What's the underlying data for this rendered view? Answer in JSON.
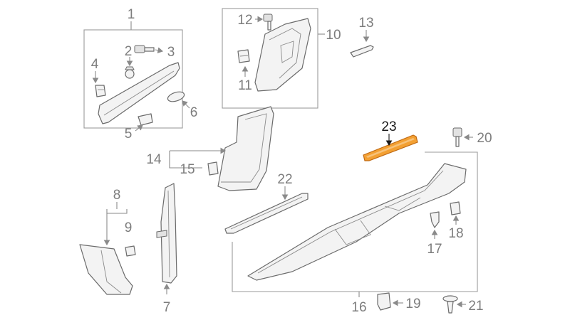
{
  "diagram": {
    "callouts": [
      {
        "id": "c1",
        "text": "1"
      },
      {
        "id": "c2",
        "text": "2"
      },
      {
        "id": "c3",
        "text": "3"
      },
      {
        "id": "c4",
        "text": "4"
      },
      {
        "id": "c5",
        "text": "5"
      },
      {
        "id": "c6",
        "text": "6"
      },
      {
        "id": "c7",
        "text": "7"
      },
      {
        "id": "c8",
        "text": "8"
      },
      {
        "id": "c9",
        "text": "9"
      },
      {
        "id": "c10",
        "text": "10"
      },
      {
        "id": "c11",
        "text": "11"
      },
      {
        "id": "c12",
        "text": "12"
      },
      {
        "id": "c13",
        "text": "13"
      },
      {
        "id": "c14",
        "text": "14"
      },
      {
        "id": "c15",
        "text": "15"
      },
      {
        "id": "c16",
        "text": "16"
      },
      {
        "id": "c17",
        "text": "17"
      },
      {
        "id": "c18",
        "text": "18"
      },
      {
        "id": "c19",
        "text": "19"
      },
      {
        "id": "c20",
        "text": "20"
      },
      {
        "id": "c21",
        "text": "21"
      },
      {
        "id": "c22",
        "text": "22"
      },
      {
        "id": "c23",
        "text": "23"
      }
    ],
    "highlighted_part": "23",
    "colors": {
      "line": "#6b6b6b",
      "label": "#7d7d7d",
      "highlight_fill": "#f3a032",
      "highlight_stroke": "#c06a14",
      "highlight_label": "#1a1a1a"
    }
  }
}
